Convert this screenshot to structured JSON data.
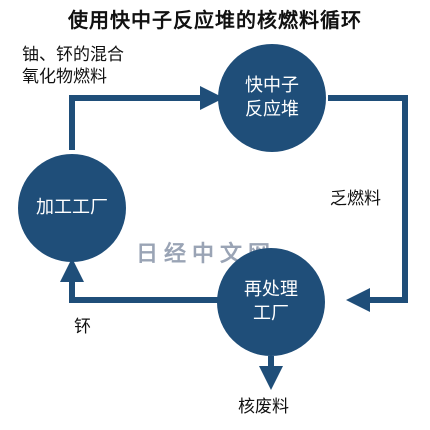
{
  "title": "使用快中子反应堆的核燃料循环",
  "colors": {
    "node_fill": "#1f4e79",
    "arrow": "#1f4e79",
    "text": "#111111",
    "watermark": "#9aa4b5"
  },
  "nodes": {
    "reactor": "快中子\n反应堆",
    "fabrication": "加工工厂",
    "reprocessing": "再处理\n工厂"
  },
  "labels": {
    "input_fuel": "铀、钚的混合\n氧化物燃料",
    "spent_fuel": "乏燃料",
    "plutonium": "钚",
    "waste": "核废料"
  },
  "watermark": "日经中文网"
}
